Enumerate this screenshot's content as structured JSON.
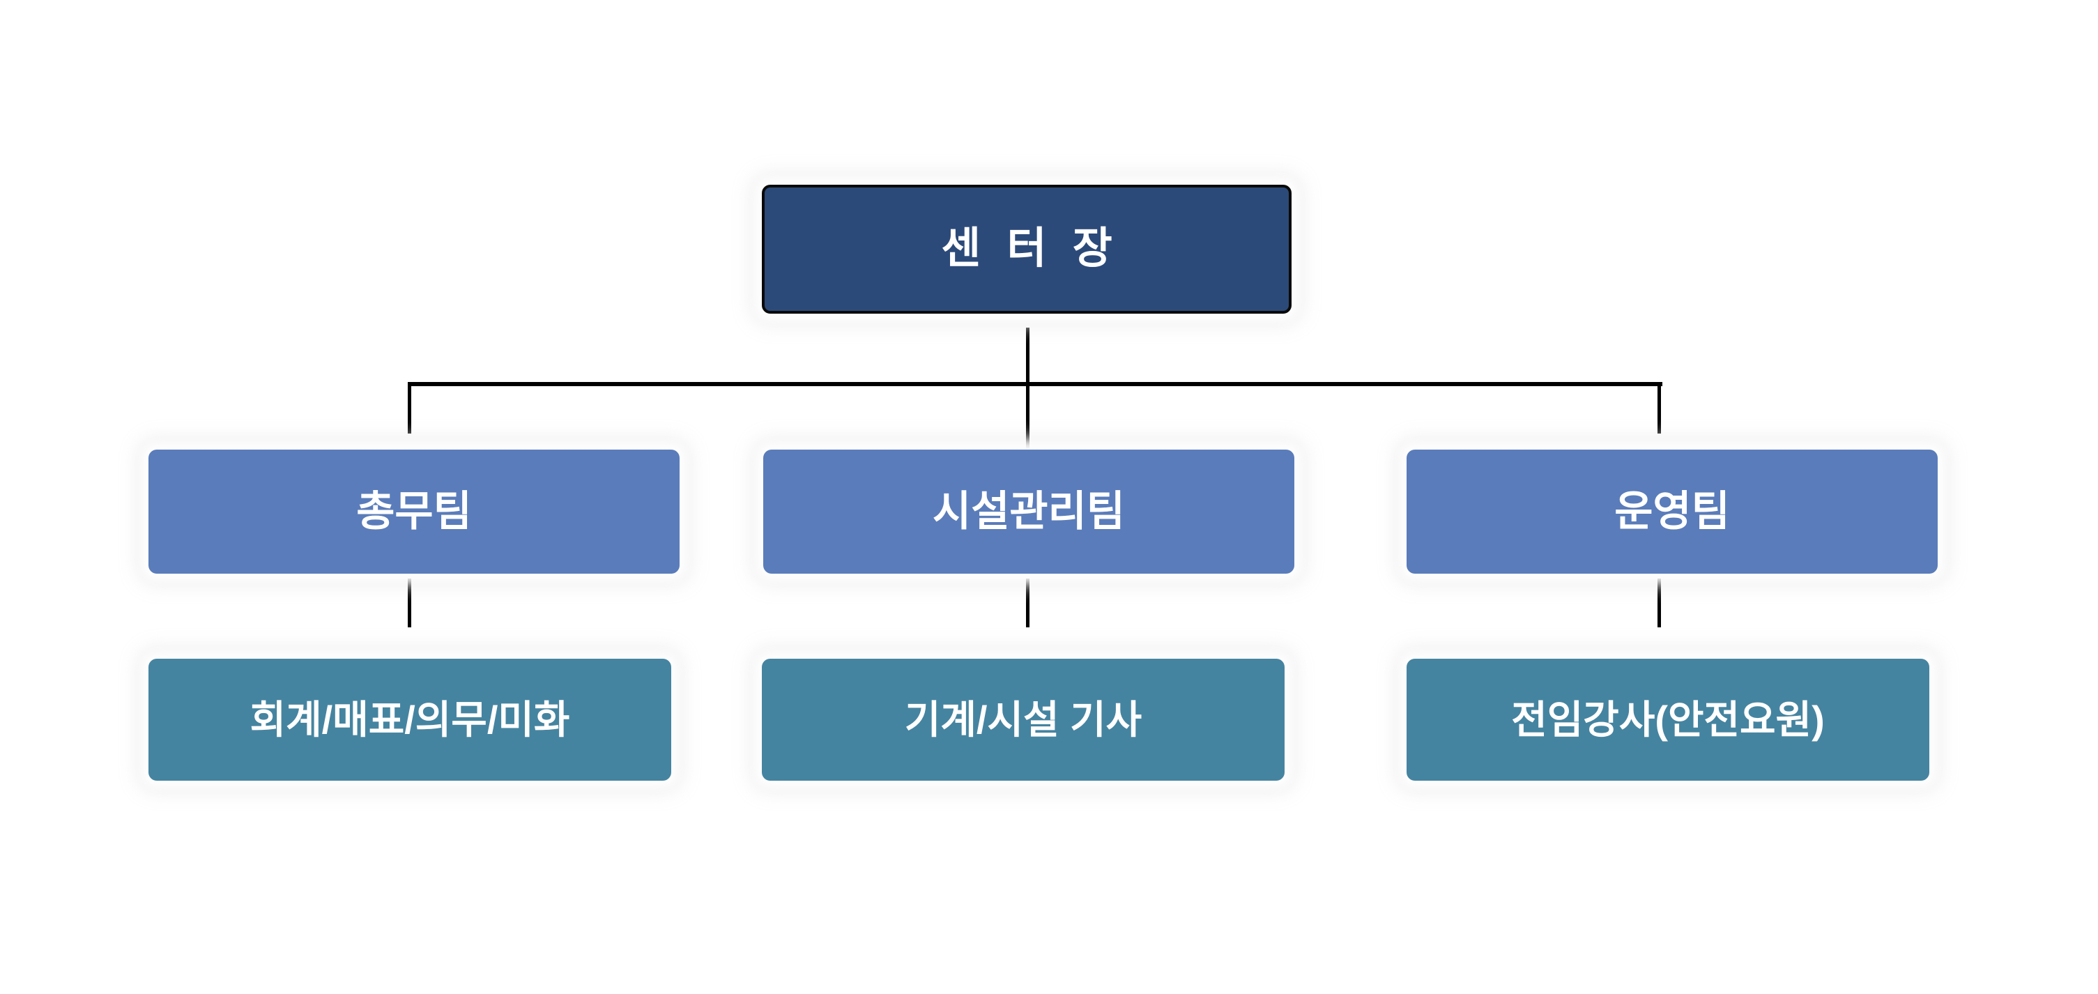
{
  "chart_data": {
    "type": "diagram",
    "subtype": "organization-chart",
    "title": "",
    "orientation": "top-down",
    "levels": 3,
    "colors": {
      "root_fill": "#2C4A79",
      "root_border": "#0A0A0A",
      "team_fill": "#5A7CBA",
      "staff_fill": "#4584A0",
      "text": "#FFFFFF",
      "connector": "#000000",
      "background": "#FFFFFF"
    },
    "nodes": [
      {
        "id": "root",
        "label": "센 터 장",
        "level": 0,
        "parent": null
      },
      {
        "id": "team-general-affairs",
        "label": "총무팀",
        "level": 1,
        "parent": "root"
      },
      {
        "id": "team-facility-management",
        "label": "시설관리팀",
        "level": 1,
        "parent": "root"
      },
      {
        "id": "team-operations",
        "label": "운영팀",
        "level": 1,
        "parent": "root"
      },
      {
        "id": "staff-accounting",
        "label": "회계/매표/의무/미화",
        "level": 2,
        "parent": "team-general-affairs"
      },
      {
        "id": "staff-engineer",
        "label": "기계/시설 기사",
        "level": 2,
        "parent": "team-facility-management"
      },
      {
        "id": "staff-instructor",
        "label": "전임강사(안전요원)",
        "level": 2,
        "parent": "team-operations"
      }
    ],
    "edges": [
      {
        "from": "root",
        "to": "team-general-affairs"
      },
      {
        "from": "root",
        "to": "team-facility-management"
      },
      {
        "from": "root",
        "to": "team-operations"
      },
      {
        "from": "team-general-affairs",
        "to": "staff-accounting"
      },
      {
        "from": "team-facility-management",
        "to": "staff-engineer"
      },
      {
        "from": "team-operations",
        "to": "staff-instructor"
      }
    ]
  },
  "root": {
    "label": "센 터 장"
  },
  "columns": [
    {
      "team": "총무팀",
      "staff": "회계/매표/의무/미화"
    },
    {
      "team": "시설관리팀",
      "staff": "기계/시설 기사"
    },
    {
      "team": "운영팀",
      "staff": "전임강사(안전요원)"
    }
  ]
}
